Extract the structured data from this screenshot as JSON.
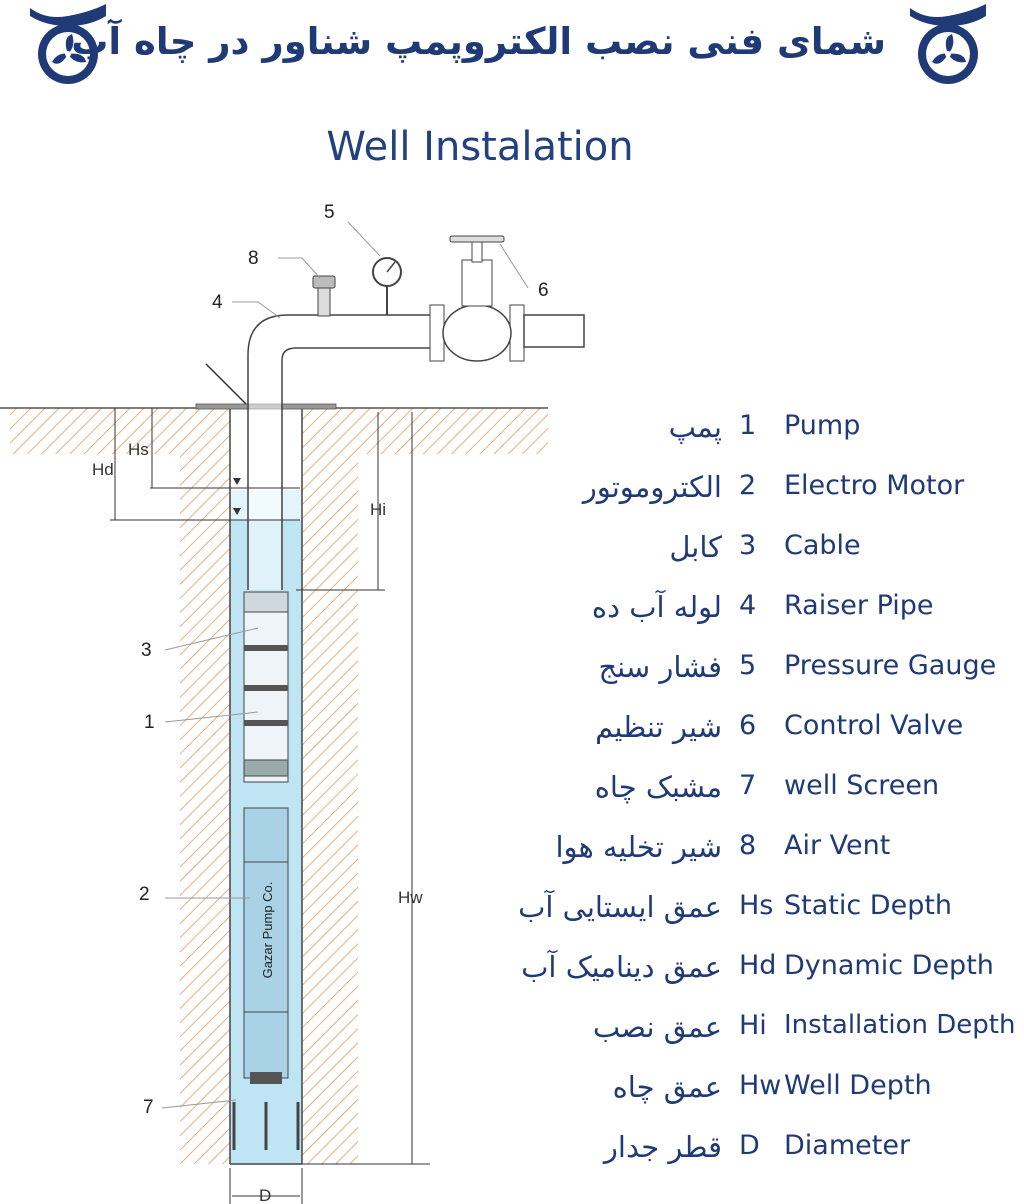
{
  "header": {
    "title_fa": "شمای فنی نصب الکتروپمپ شناور در چاه آب",
    "subtitle": "Well Instalation",
    "logo_icon": "fan-in-hands-logo-icon"
  },
  "colors": {
    "brand": "#1f3a76",
    "water": "#bfe4f3",
    "soil": "#e8a878",
    "steel": "#a9d2e6"
  },
  "diagram": {
    "callouts": [
      "1",
      "2",
      "3",
      "4",
      "5",
      "6",
      "7",
      "8"
    ],
    "dimensions": {
      "hs": "Hs",
      "hd": "Hd",
      "hi": "Hi",
      "hw": "Hw",
      "d": "D"
    },
    "motor_brand": "Gazar Pump Co."
  },
  "legend": [
    {
      "fa": "پمپ",
      "code": "1",
      "en": "Pump"
    },
    {
      "fa": "الکتروموتور",
      "code": "2",
      "en": "Electro Motor"
    },
    {
      "fa": "کابل",
      "code": "3",
      "en": "Cable"
    },
    {
      "fa": "لوله آب ده",
      "code": "4",
      "en": "Raiser Pipe"
    },
    {
      "fa": "فشار سنج",
      "code": "5",
      "en": "Pressure Gauge"
    },
    {
      "fa": "شیر تنظیم",
      "code": "6",
      "en": "Control Valve"
    },
    {
      "fa": "مشبک چاه",
      "code": "7",
      "en": "well Screen"
    },
    {
      "fa": "شیر تخلیه هوا",
      "code": "8",
      "en": "Air Vent"
    },
    {
      "fa": "عمق ایستایی آب",
      "code": "Hs",
      "en": "Static Depth"
    },
    {
      "fa": "عمق دینامیک آب",
      "code": "Hd",
      "en": "Dynamic Depth"
    },
    {
      "fa": "عمق نصب",
      "code": "Hi",
      "en": " Installation Depth"
    },
    {
      "fa": "عمق چاه",
      "code": "Hw",
      "en": " Well Depth"
    },
    {
      "fa": "قطر جدار",
      "code": "D",
      "en": "Diameter"
    }
  ]
}
